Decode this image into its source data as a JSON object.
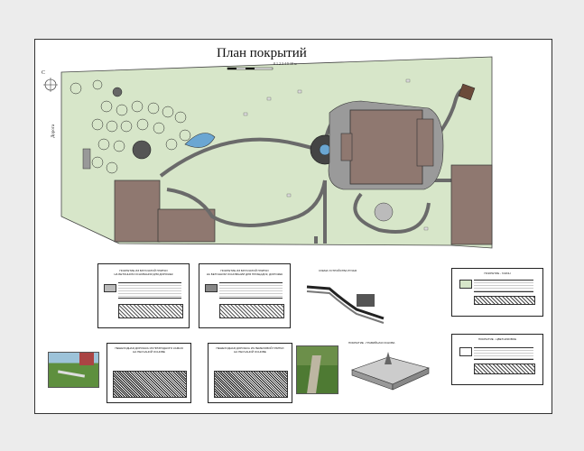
{
  "plan": {
    "title": "План покрытий",
    "scale_label": "0 1 2 3 4 5        10 м",
    "compass_letter": "С",
    "road_label": "Дорога"
  },
  "legend_cards": {
    "card1_title": "ПОКРЫТИЕ ИЗ БРУСЧАТОЙ ПЛИТКИ\nНА БЕТОННОМ ОСНОВАНИИ ДЛЯ ДОРОЖЕК",
    "card2_title": "ПОКРЫТИЕ ИЗ БРУСЧАТОЙ ПЛИТКИ\nНА БЕТОННОМ ОСНОВАНИИ ДЛЯ ПЛОЩАДОК, ДОРОЖЕК",
    "card3_title": "СХЕМА УСТРОЙСТВА РУЧЬЯ",
    "card4_title": "ПОКРЫТИЕ - ГАЗОН",
    "card5_title": "ПОКРЫТИЕ - ЦВЕТНИКОВОЕ",
    "card6_title": "ПЕШЕХОДНАЯ ДОРОЖКА ИЗ ПРИРОДНОГО КАМНЯ\nНА ПЕСЧАНОЙ ОСНОВЕ",
    "card7_title": "ПЕШЕХОДНАЯ ДОРОЖКА ИЗ ЛЕМЕХОВОЙ ПЛИТКИ\nНА ПЕСЧАНОЙ ОСНОВЕ",
    "card8_title": "ПОКРЫТИЕ - ГРАВИЙНАЯ ОСНОВА"
  },
  "colors": {
    "lawn": "#d7e6c9",
    "path": "#6a6a6a",
    "building": "#8f7870",
    "water": "#6aa6d2"
  }
}
